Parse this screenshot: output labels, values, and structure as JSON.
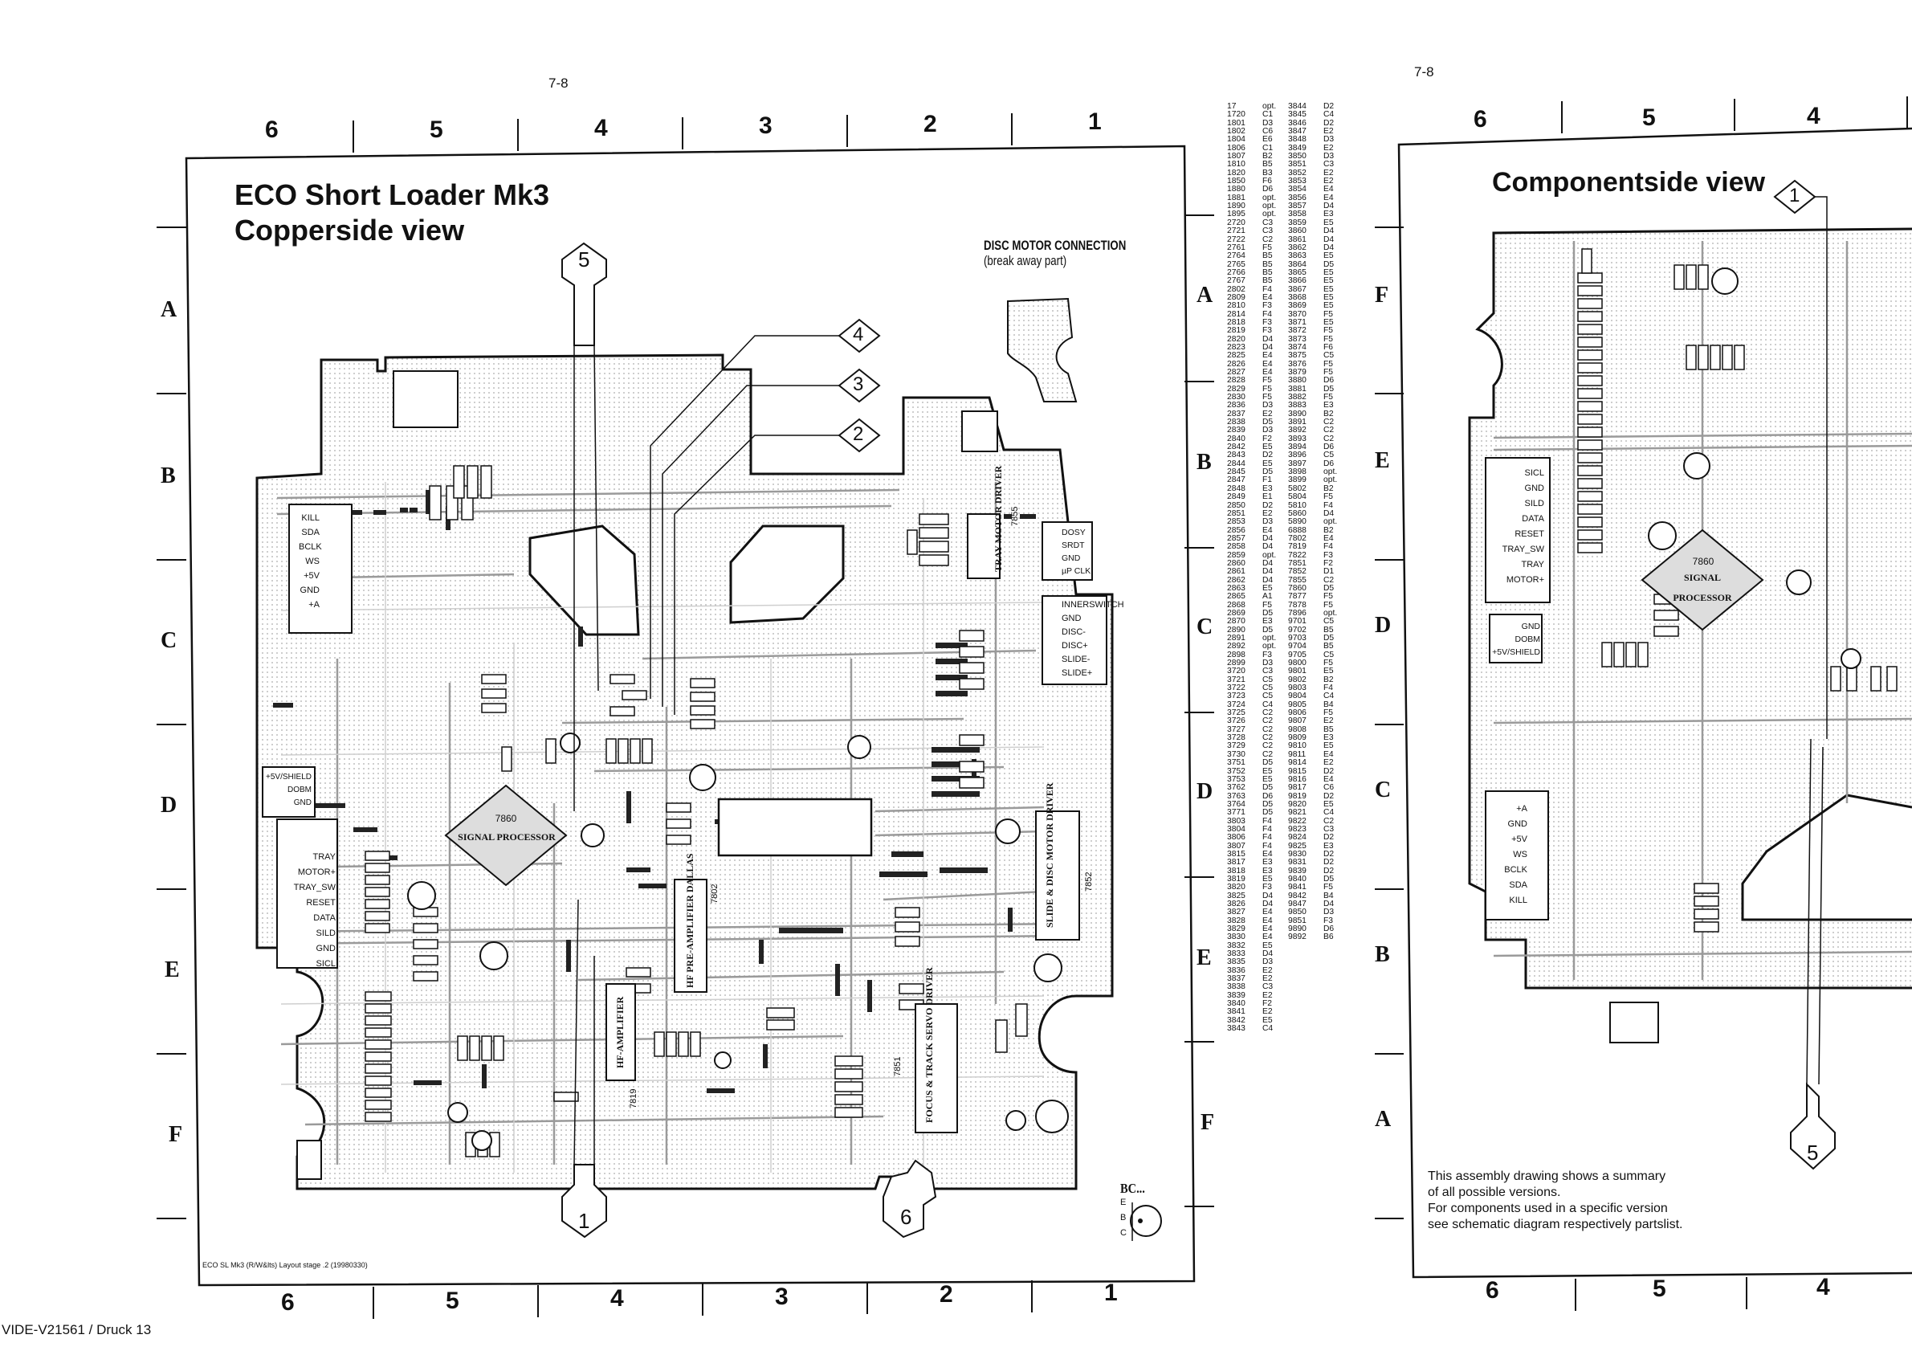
{
  "page": {
    "left_page_number": "7-8",
    "right_page_number": "7-8",
    "footer": "VIDE-V21561 / Druck 13"
  },
  "left_view": {
    "title_line1": "ECO Short Loader Mk3",
    "title_line2": "Copperside view",
    "top_columns": [
      "6",
      "5",
      "4",
      "3",
      "2",
      "1"
    ],
    "bottom_columns": [
      "6",
      "5",
      "4",
      "3",
      "2",
      "1"
    ],
    "left_rows": [
      "A",
      "B",
      "C",
      "D",
      "E",
      "F"
    ],
    "right_rows": [
      "A",
      "B",
      "C",
      "D",
      "E",
      "F"
    ],
    "disc_motor_label1": "DISC MOTOR CONNECTION",
    "disc_motor_label2": "(break away part)",
    "layout_note": "ECO SL Mk3 (R/W&lts) Layout stage .2 (19980330)",
    "chips": {
      "signal_processor_num": "7860",
      "signal_processor": "SIGNAL PROCESSOR",
      "tray_motor_driver": "TRAY MOTOR DRIVER",
      "tray_motor_num": "7855",
      "hf_preamp": "HF PRE-AMPLIFIER DALLAS",
      "hf_preamp_num": "7802",
      "hf_amp": "HF-AMPLIFIER",
      "hf_amp_num": "7819",
      "focus_track": "FOCUS & TRACK SERVO DRIVER",
      "focus_num": "7851",
      "slide_disc": "SLIDE & DISC MOTOR DRIVER",
      "slide_num": "7852"
    },
    "connectors": {
      "c1802": [
        "KILL",
        "SDA",
        "BCLK",
        "WS",
        "+5V",
        "GND",
        "+A"
      ],
      "c1880": [
        "+5V/SHIELD",
        "DOBM",
        "GND"
      ],
      "c1804": [
        "TRAY MOTOR+",
        "TRAY_SW",
        "RESET",
        "DATA",
        "SILD",
        "GND",
        "SICL"
      ],
      "c1720": [
        "DOSY",
        "SRDT",
        "GND",
        "µP CLK"
      ],
      "c1806": [
        "INNERSWITCH",
        "GND",
        "DISC-",
        "DISC+",
        "SLIDE-",
        "SLIDE+"
      ]
    },
    "markers": [
      "5",
      "4",
      "3",
      "2",
      "1",
      "6"
    ],
    "bc_label": "BC...",
    "bc_pins": [
      "E",
      "B",
      "C"
    ]
  },
  "reference_table": {
    "col1": [
      [
        "17",
        "opt."
      ],
      [
        "1720",
        "C1"
      ],
      [
        "1801",
        "D3"
      ],
      [
        "1802",
        "C6"
      ],
      [
        "1804",
        "E6"
      ],
      [
        "1806",
        "C1"
      ],
      [
        "1807",
        "B2"
      ],
      [
        "1810",
        "B5"
      ],
      [
        "1820",
        "B3"
      ],
      [
        "1850",
        "F6"
      ],
      [
        "1880",
        "D6"
      ],
      [
        "1881",
        "opt."
      ],
      [
        "1890",
        "opt."
      ],
      [
        "1895",
        "opt."
      ],
      [
        "2720",
        "C3"
      ],
      [
        "2721",
        "C3"
      ],
      [
        "2722",
        "C2"
      ],
      [
        "2761",
        "F5"
      ],
      [
        "2764",
        "B5"
      ],
      [
        "2765",
        "B5"
      ],
      [
        "2766",
        "B5"
      ],
      [
        "2767",
        "B5"
      ],
      [
        "2802",
        "F4"
      ],
      [
        "2809",
        "E4"
      ],
      [
        "2810",
        "F3"
      ],
      [
        "2814",
        "F4"
      ],
      [
        "2818",
        "F3"
      ],
      [
        "2819",
        "F3"
      ],
      [
        "2820",
        "D4"
      ],
      [
        "2823",
        "D4"
      ],
      [
        "2825",
        "E4"
      ],
      [
        "2826",
        "E4"
      ],
      [
        "2827",
        "E4"
      ],
      [
        "2828",
        "F5"
      ],
      [
        "2829",
        "F5"
      ],
      [
        "2830",
        "F5"
      ],
      [
        "2836",
        "D3"
      ],
      [
        "2837",
        "E2"
      ],
      [
        "2838",
        "D5"
      ],
      [
        "2839",
        "D3"
      ],
      [
        "2840",
        "F2"
      ],
      [
        "2842",
        "E5"
      ],
      [
        "2843",
        "D2"
      ],
      [
        "2844",
        "E5"
      ],
      [
        "2845",
        "D5"
      ],
      [
        "2847",
        "F1"
      ],
      [
        "2848",
        "E3"
      ],
      [
        "2849",
        "E1"
      ],
      [
        "2850",
        "D2"
      ],
      [
        "2851",
        "E2"
      ],
      [
        "2853",
        "D3"
      ],
      [
        "2856",
        "E4"
      ],
      [
        "2857",
        "D4"
      ],
      [
        "2858",
        "D4"
      ],
      [
        "2859",
        "opt."
      ],
      [
        "2860",
        "D4"
      ],
      [
        "2861",
        "D4"
      ],
      [
        "2862",
        "D4"
      ],
      [
        "2863",
        "E5"
      ],
      [
        "2865",
        "A1"
      ],
      [
        "2868",
        "F5"
      ],
      [
        "2869",
        "D5"
      ],
      [
        "2870",
        "E3"
      ],
      [
        "2890",
        "D5"
      ],
      [
        "2891",
        "opt."
      ],
      [
        "2892",
        "opt."
      ],
      [
        "2898",
        "F3"
      ],
      [
        "2899",
        "D3"
      ],
      [
        "3720",
        "C3"
      ],
      [
        "3721",
        "C5"
      ],
      [
        "3722",
        "C5"
      ],
      [
        "3723",
        "C5"
      ],
      [
        "3724",
        "C4"
      ],
      [
        "3725",
        "C2"
      ],
      [
        "3726",
        "C2"
      ],
      [
        "3727",
        "C2"
      ],
      [
        "3728",
        "C2"
      ],
      [
        "3729",
        "C2"
      ],
      [
        "3730",
        "C2"
      ],
      [
        "3751",
        "D5"
      ],
      [
        "3752",
        "E5"
      ],
      [
        "3753",
        "E5"
      ],
      [
        "3762",
        "D5"
      ],
      [
        "3763",
        "D6"
      ],
      [
        "3764",
        "D5"
      ],
      [
        "3771",
        "D5"
      ],
      [
        "3803",
        "F4"
      ],
      [
        "3804",
        "F4"
      ],
      [
        "3806",
        "F4"
      ],
      [
        "3807",
        "F4"
      ],
      [
        "3815",
        "E4"
      ],
      [
        "3817",
        "E3"
      ],
      [
        "3818",
        "E3"
      ],
      [
        "3819",
        "E5"
      ],
      [
        "3820",
        "F3"
      ],
      [
        "3825",
        "D4"
      ],
      [
        "3826",
        "D4"
      ],
      [
        "3827",
        "E4"
      ],
      [
        "3828",
        "E4"
      ],
      [
        "3829",
        "E4"
      ],
      [
        "3830",
        "E4"
      ],
      [
        "3832",
        "E5"
      ],
      [
        "3833",
        "D4"
      ],
      [
        "3835",
        "D3"
      ],
      [
        "3836",
        "E2"
      ],
      [
        "3837",
        "E2"
      ],
      [
        "3838",
        "C3"
      ],
      [
        "3839",
        "E2"
      ],
      [
        "3840",
        "F2"
      ],
      [
        "3841",
        "E2"
      ],
      [
        "3842",
        "E5"
      ],
      [
        "3843",
        "C4"
      ]
    ],
    "col2": [
      [
        "3844",
        "D2"
      ],
      [
        "3845",
        "C4"
      ],
      [
        "3846",
        "D2"
      ],
      [
        "3847",
        "E2"
      ],
      [
        "3848",
        "D3"
      ],
      [
        "3849",
        "E2"
      ],
      [
        "3850",
        "D3"
      ],
      [
        "3851",
        "C3"
      ],
      [
        "3852",
        "E2"
      ],
      [
        "3853",
        "E2"
      ],
      [
        "3854",
        "E4"
      ],
      [
        "3856",
        "E4"
      ],
      [
        "3857",
        "D4"
      ],
      [
        "3858",
        "E3"
      ],
      [
        "3859",
        "E5"
      ],
      [
        "3860",
        "D4"
      ],
      [
        "3861",
        "D4"
      ],
      [
        "3862",
        "D4"
      ],
      [
        "3863",
        "E5"
      ],
      [
        "3864",
        "D5"
      ],
      [
        "3865",
        "E5"
      ],
      [
        "3866",
        "E5"
      ],
      [
        "3867",
        "E5"
      ],
      [
        "3868",
        "E5"
      ],
      [
        "3869",
        "E5"
      ],
      [
        "3870",
        "F5"
      ],
      [
        "3871",
        "E5"
      ],
      [
        "3872",
        "F5"
      ],
      [
        "3873",
        "F5"
      ],
      [
        "3874",
        "F6"
      ],
      [
        "3875",
        "C5"
      ],
      [
        "3876",
        "F5"
      ],
      [
        "3879",
        "F5"
      ],
      [
        "3880",
        "D6"
      ],
      [
        "3881",
        "D5"
      ],
      [
        "3882",
        "F5"
      ],
      [
        "3883",
        "E3"
      ],
      [
        "3890",
        "B2"
      ],
      [
        "3891",
        "C2"
      ],
      [
        "3892",
        "C2"
      ],
      [
        "3893",
        "C2"
      ],
      [
        "3894",
        "D6"
      ],
      [
        "3896",
        "C5"
      ],
      [
        "3897",
        "D6"
      ],
      [
        "3898",
        "opt."
      ],
      [
        "3899",
        "opt."
      ],
      [
        "5802",
        "B2"
      ],
      [
        "5804",
        "F5"
      ],
      [
        "5810",
        "F4"
      ],
      [
        "5860",
        "D4"
      ],
      [
        "5890",
        "opt."
      ],
      [
        "6888",
        "B2"
      ],
      [
        "7802",
        "E4"
      ],
      [
        "7819",
        "F4"
      ],
      [
        "7822",
        "F3"
      ],
      [
        "7851",
        "F2"
      ],
      [
        "7852",
        "D1"
      ],
      [
        "7855",
        "C2"
      ],
      [
        "7860",
        "D5"
      ],
      [
        "7877",
        "F5"
      ],
      [
        "7878",
        "F5"
      ],
      [
        "7896",
        "opt."
      ],
      [
        "9701",
        "C5"
      ],
      [
        "9702",
        "B5"
      ],
      [
        "9703",
        "D5"
      ],
      [
        "9704",
        "B5"
      ],
      [
        "9705",
        "C5"
      ],
      [
        "9800",
        "F5"
      ],
      [
        "9801",
        "E5"
      ],
      [
        "9802",
        "B2"
      ],
      [
        "9803",
        "F4"
      ],
      [
        "9804",
        "C4"
      ],
      [
        "9805",
        "B4"
      ],
      [
        "9806",
        "F5"
      ],
      [
        "9807",
        "E2"
      ],
      [
        "9808",
        "B5"
      ],
      [
        "9809",
        "E3"
      ],
      [
        "9810",
        "E5"
      ],
      [
        "9811",
        "E4"
      ],
      [
        "9814",
        "E2"
      ],
      [
        "9815",
        "D2"
      ],
      [
        "9816",
        "E4"
      ],
      [
        "9817",
        "C6"
      ],
      [
        "9819",
        "D2"
      ],
      [
        "9820",
        "E5"
      ],
      [
        "9821",
        "C4"
      ],
      [
        "9822",
        "C2"
      ],
      [
        "9823",
        "C3"
      ],
      [
        "9824",
        "D2"
      ],
      [
        "9825",
        "E3"
      ],
      [
        "9830",
        "D2"
      ],
      [
        "9831",
        "D2"
      ],
      [
        "9839",
        "D2"
      ],
      [
        "9840",
        "D5"
      ],
      [
        "9841",
        "F5"
      ],
      [
        "9842",
        "B4"
      ],
      [
        "9847",
        "D4"
      ],
      [
        "9850",
        "D3"
      ],
      [
        "9851",
        "F3"
      ],
      [
        "9890",
        "D6"
      ],
      [
        "9892",
        "B6"
      ]
    ]
  },
  "right_view": {
    "title": "Componentside view",
    "top_columns": [
      "6",
      "5",
      "4"
    ],
    "bottom_columns": [
      "6",
      "5",
      "4"
    ],
    "left_rows": [
      "F",
      "E",
      "D",
      "C",
      "B",
      "A"
    ],
    "chip_num": "7860",
    "chip_label": "SIGNAL PROCESSOR",
    "connectors": {
      "c1804": [
        "SICL",
        "GND",
        "SILD",
        "DATA",
        "RESET",
        "TRAY_SW",
        "TRAY MOTOR+"
      ],
      "c1880": [
        "GND",
        "DOBM",
        "+5V/SHIELD"
      ],
      "c1802": [
        "+A",
        "GND",
        "+5V",
        "WS",
        "BCLK",
        "SDA",
        "KILL"
      ]
    },
    "markers": [
      "1",
      "5"
    ],
    "note_lines": [
      "This assembly drawing shows a summary",
      "of all possible versions.",
      "For components used in a specific version",
      "see schematic diagram respectively partslist."
    ]
  },
  "colors": {
    "ink": "#111111",
    "trace": "#9a9a9a",
    "trace_light": "#cfcfcf",
    "pad": "#222222"
  }
}
